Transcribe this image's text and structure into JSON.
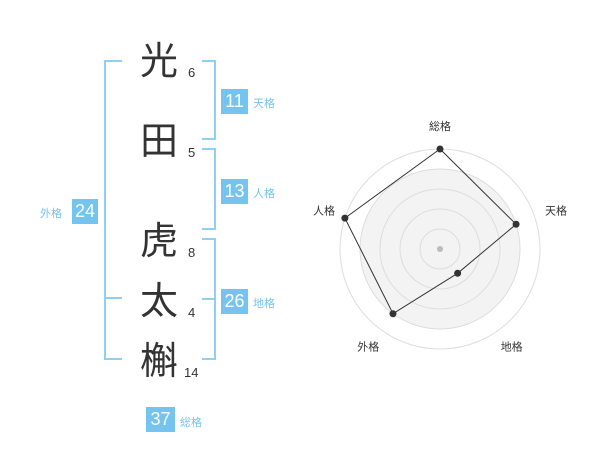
{
  "name": {
    "characters": [
      {
        "char": "光",
        "strokes": "6"
      },
      {
        "char": "田",
        "strokes": "5"
      },
      {
        "char": "虎",
        "strokes": "8"
      },
      {
        "char": "太",
        "strokes": "4"
      },
      {
        "char": "槲",
        "strokes": "14"
      }
    ]
  },
  "grades": {
    "tenkaku": {
      "value": "11",
      "label": "天格"
    },
    "jinkaku": {
      "value": "13",
      "label": "人格"
    },
    "chikaku": {
      "value": "26",
      "label": "地格"
    },
    "gaikaku": {
      "value": "24",
      "label": "外格"
    },
    "soukaku": {
      "value": "37",
      "label": "総格"
    }
  },
  "colors": {
    "accent": "#74c4ef",
    "bracket": "#8fd0f2",
    "text": "#333333",
    "radar_fill": "#f3f3f3",
    "radar_rings": "#dddddd",
    "radar_line": "#333333"
  },
  "chart_data": {
    "type": "radar",
    "axes": [
      "総格",
      "天格",
      "地格",
      "外格",
      "人格"
    ],
    "values": [
      5,
      4,
      1.5,
      4,
      5
    ],
    "range": [
      0,
      5
    ],
    "rings": 5
  }
}
